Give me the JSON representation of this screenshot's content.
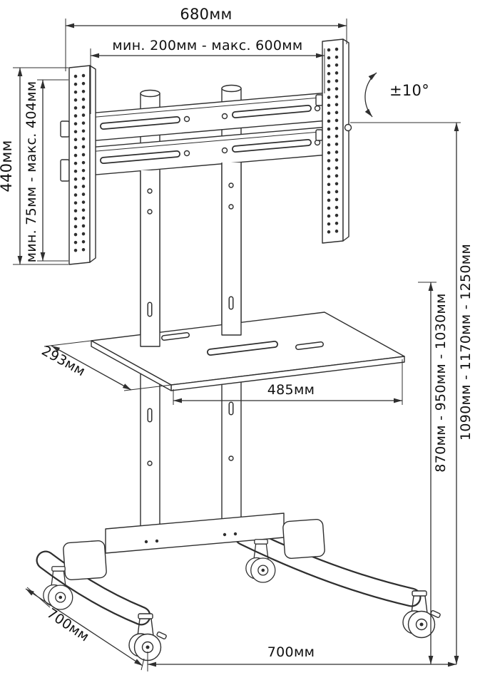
{
  "figure": {
    "type": "dimensional line drawing",
    "subject": "mobile TV floor stand with tilting mount bracket, shelf and casters",
    "background": "#ffffff",
    "line_color": "#2f2f2f",
    "text_color": "#111111",
    "units": "мм"
  },
  "dimensions": {
    "mount_total_width": "680мм",
    "mount_width_range": "мин. 200мм - макс. 600мм",
    "tilt_range": "±10°",
    "bracket_height_total": "440мм",
    "bracket_height_range": "мин. 75мм - макс. 404мм",
    "mount_height_positions": "1090мм - 1170мм - 1250мм",
    "shelf_height_positions": "870мм - 950мм - 1030мм",
    "shelf_depth": "293мм",
    "shelf_width": "485мм",
    "base_depth": "700мм",
    "base_width": "700мм"
  }
}
